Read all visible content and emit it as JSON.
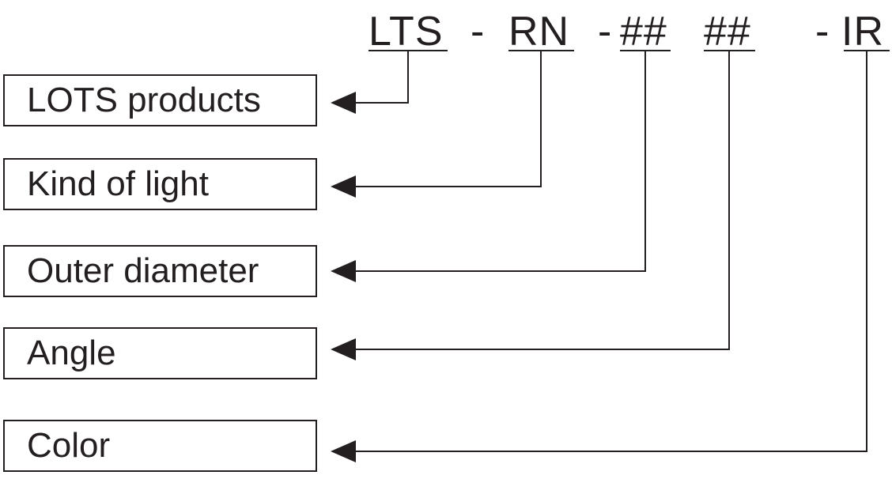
{
  "code": {
    "parts": [
      "LTS",
      "RN",
      "##",
      "##",
      "IR"
    ],
    "separators": [
      "-",
      "-",
      "-"
    ]
  },
  "labels": [
    "LOTS products",
    "Kind of light",
    "Outer diameter",
    "Angle",
    "Color"
  ],
  "colors": {
    "ink": "#231f20",
    "background": "#ffffff"
  }
}
